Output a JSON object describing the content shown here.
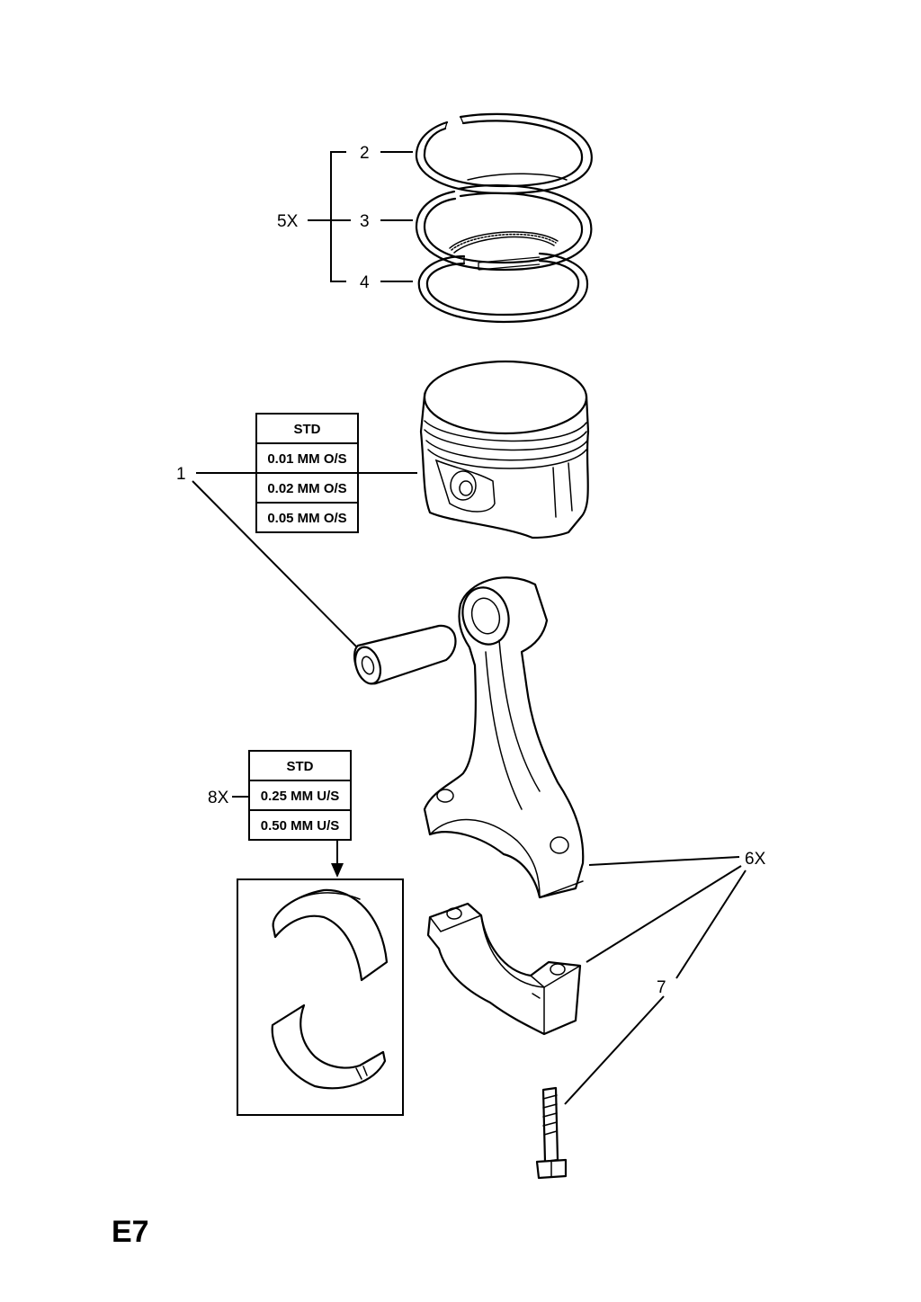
{
  "callouts": {
    "ring_top": "2",
    "ring_middle": "3",
    "ring_oil": "4",
    "ring_set_qty": "5X",
    "piston": "1",
    "rod_qty": "6X",
    "bolt": "7",
    "bearing_qty": "8X"
  },
  "piston_sizes": [
    "STD",
    "0.01 MM O/S",
    "0.02 MM O/S",
    "0.05 MM O/S"
  ],
  "bearing_sizes": [
    "STD",
    "0.25 MM U/S",
    "0.50 MM U/S"
  ],
  "page_code": "E7"
}
